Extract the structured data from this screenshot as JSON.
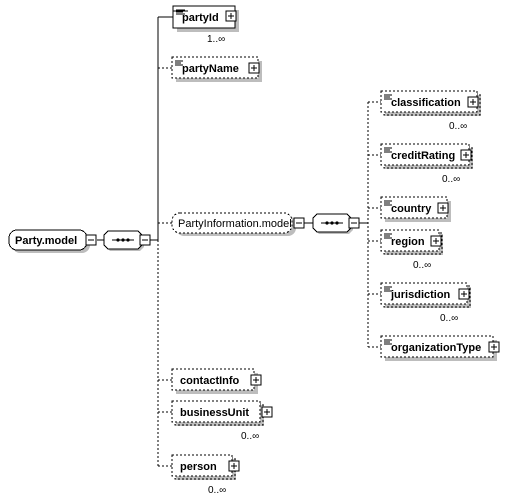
{
  "root": {
    "label": "Party.model"
  },
  "group": {
    "label": "PartyInformation.model"
  },
  "elements": {
    "partyId": {
      "label": "partyId",
      "multiplicity": "1..∞"
    },
    "partyName": {
      "label": "partyName"
    },
    "contactInfo": {
      "label": "contactInfo"
    },
    "businessUnit": {
      "label": "businessUnit",
      "multiplicity": "0..∞"
    },
    "person": {
      "label": "person",
      "multiplicity": "0..∞"
    },
    "classification": {
      "label": "classification",
      "multiplicity": "0..∞"
    },
    "creditRating": {
      "label": "creditRating",
      "multiplicity": "0..∞"
    },
    "country": {
      "label": "country"
    },
    "region": {
      "label": "region",
      "multiplicity": "0..∞"
    },
    "jurisdiction": {
      "label": "jurisdiction",
      "multiplicity": "0..∞"
    },
    "organizationType": {
      "label": "organizationType"
    }
  },
  "icons": {
    "expand": "plus-box-icon",
    "collapse": "minus-box-icon",
    "sequence": "sequence-compositor-icon",
    "element": "element-doc-icon"
  }
}
